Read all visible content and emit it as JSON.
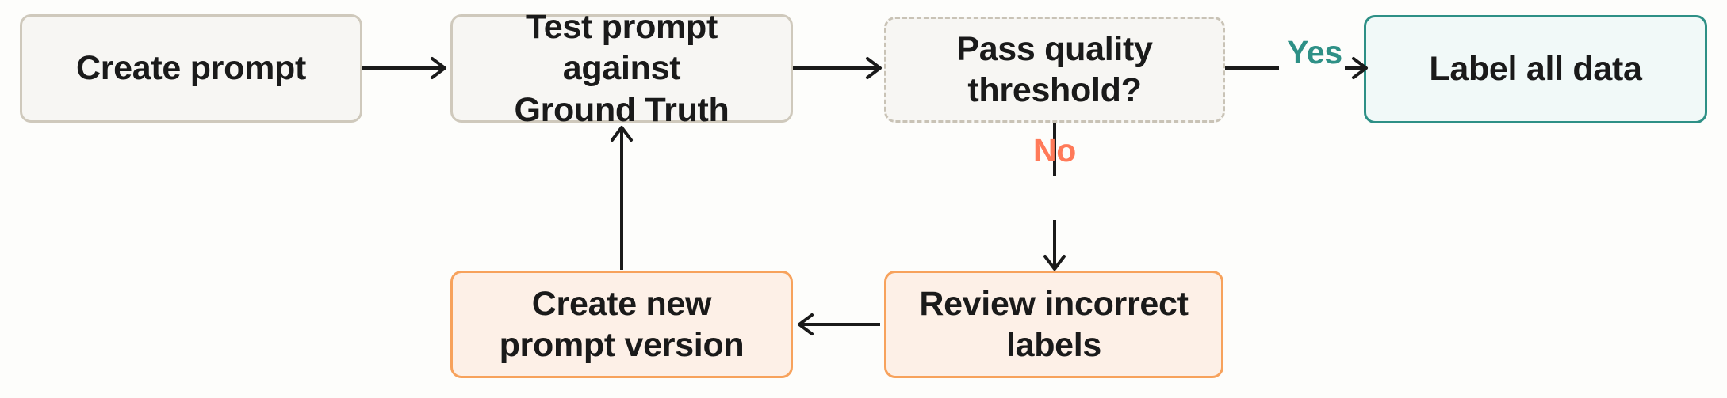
{
  "diagram": {
    "title": "Prompt iteration and labeling workflow",
    "background_color": "#FDFDFB",
    "arrow_color": "#1A1A1A",
    "nodes": [
      {
        "id": "create-prompt",
        "label": "Create prompt",
        "style": "neutral",
        "border_color": "#CFC9BC",
        "fill_color": "#F7F6F3"
      },
      {
        "id": "test-prompt",
        "label": "Test prompt against Ground Truth",
        "line1": "Test prompt against",
        "line2": "Ground Truth",
        "style": "neutral",
        "border_color": "#CFC9BC",
        "fill_color": "#F7F6F3"
      },
      {
        "id": "pass-quality-threshold",
        "label": "Pass quality threshold?",
        "line1": "Pass quality",
        "line2": "threshold?",
        "style": "decision-dashed",
        "border_color": "#C9C3B6",
        "fill_color": "#F7F6F3"
      },
      {
        "id": "label-all-data",
        "label": "Label all data",
        "style": "success",
        "border_color": "#2E9086",
        "fill_color": "#F1F9F8"
      },
      {
        "id": "create-new-prompt-version",
        "label": "Create new prompt version",
        "line1": "Create new",
        "line2": "prompt version",
        "style": "warn",
        "border_color": "#F7A25C",
        "fill_color": "#FDF0E7"
      },
      {
        "id": "review-incorrect-labels",
        "label": "Review incorrect labels",
        "line1": "Review incorrect",
        "line2": "labels",
        "style": "warn",
        "border_color": "#F7A25C",
        "fill_color": "#FDF0E7"
      }
    ],
    "edges": [
      {
        "id": "create-to-test",
        "from": "create-prompt",
        "to": "test-prompt",
        "label": "",
        "direction": "right"
      },
      {
        "id": "test-to-decision",
        "from": "test-prompt",
        "to": "pass-quality-threshold",
        "label": "",
        "direction": "right"
      },
      {
        "id": "decision-yes",
        "from": "pass-quality-threshold",
        "to": "label-all-data",
        "label": "Yes",
        "label_color": "#2E9086",
        "direction": "right"
      },
      {
        "id": "decision-no",
        "from": "pass-quality-threshold",
        "to": "review-incorrect-labels",
        "label": "No",
        "label_color": "#FF7A59",
        "direction": "down"
      },
      {
        "id": "review-to-create-new",
        "from": "review-incorrect-labels",
        "to": "create-new-prompt-version",
        "label": "",
        "direction": "left"
      },
      {
        "id": "create-new-to-test",
        "from": "create-new-prompt-version",
        "to": "test-prompt",
        "label": "",
        "direction": "up"
      }
    ]
  }
}
